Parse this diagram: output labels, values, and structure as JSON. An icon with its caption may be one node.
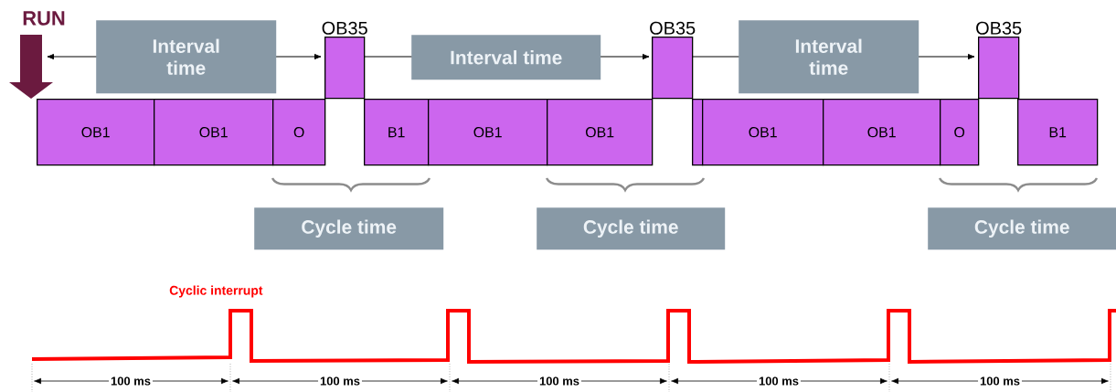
{
  "diagram": {
    "nodes": [
      {
        "text": [
          "OB1"
        ]
      },
      {
        "text": [
          "OB1"
        ]
      },
      {
        "text": [
          "O"
        ]
      },
      {
        "text": [
          "OB35"
        ]
      },
      {
        "text": [
          "B1"
        ]
      },
      {
        "text": [
          "OB1"
        ]
      },
      {
        "text": [
          "OB1"
        ]
      },
      {
        "text": [
          "OB35"
        ]
      },
      {
        "text": [],
        "shape": "box"
      },
      {
        "text": [
          "OB1"
        ]
      },
      {
        "text": [
          "OB1"
        ]
      },
      {
        "text": [
          "O"
        ]
      },
      {
        "text": [
          "OB35"
        ]
      },
      {
        "text": [
          "B1"
        ]
      },
      {
        "text": [
          "Interval time"
        ]
      },
      {
        "text": [
          "Interval time"
        ]
      },
      {
        "text": [
          "Interval time"
        ]
      },
      {
        "text": [
          "Cycle time"
        ]
      },
      {
        "text": [
          "Cycle time"
        ]
      },
      {
        "text": [
          "Cycle time"
        ]
      }
    ],
    "labels": [
      "RUN",
      "Cyclic interrupt",
      "100 ms",
      "100 ms",
      "100 ms",
      "100 ms",
      "100 ms"
    ]
  }
}
